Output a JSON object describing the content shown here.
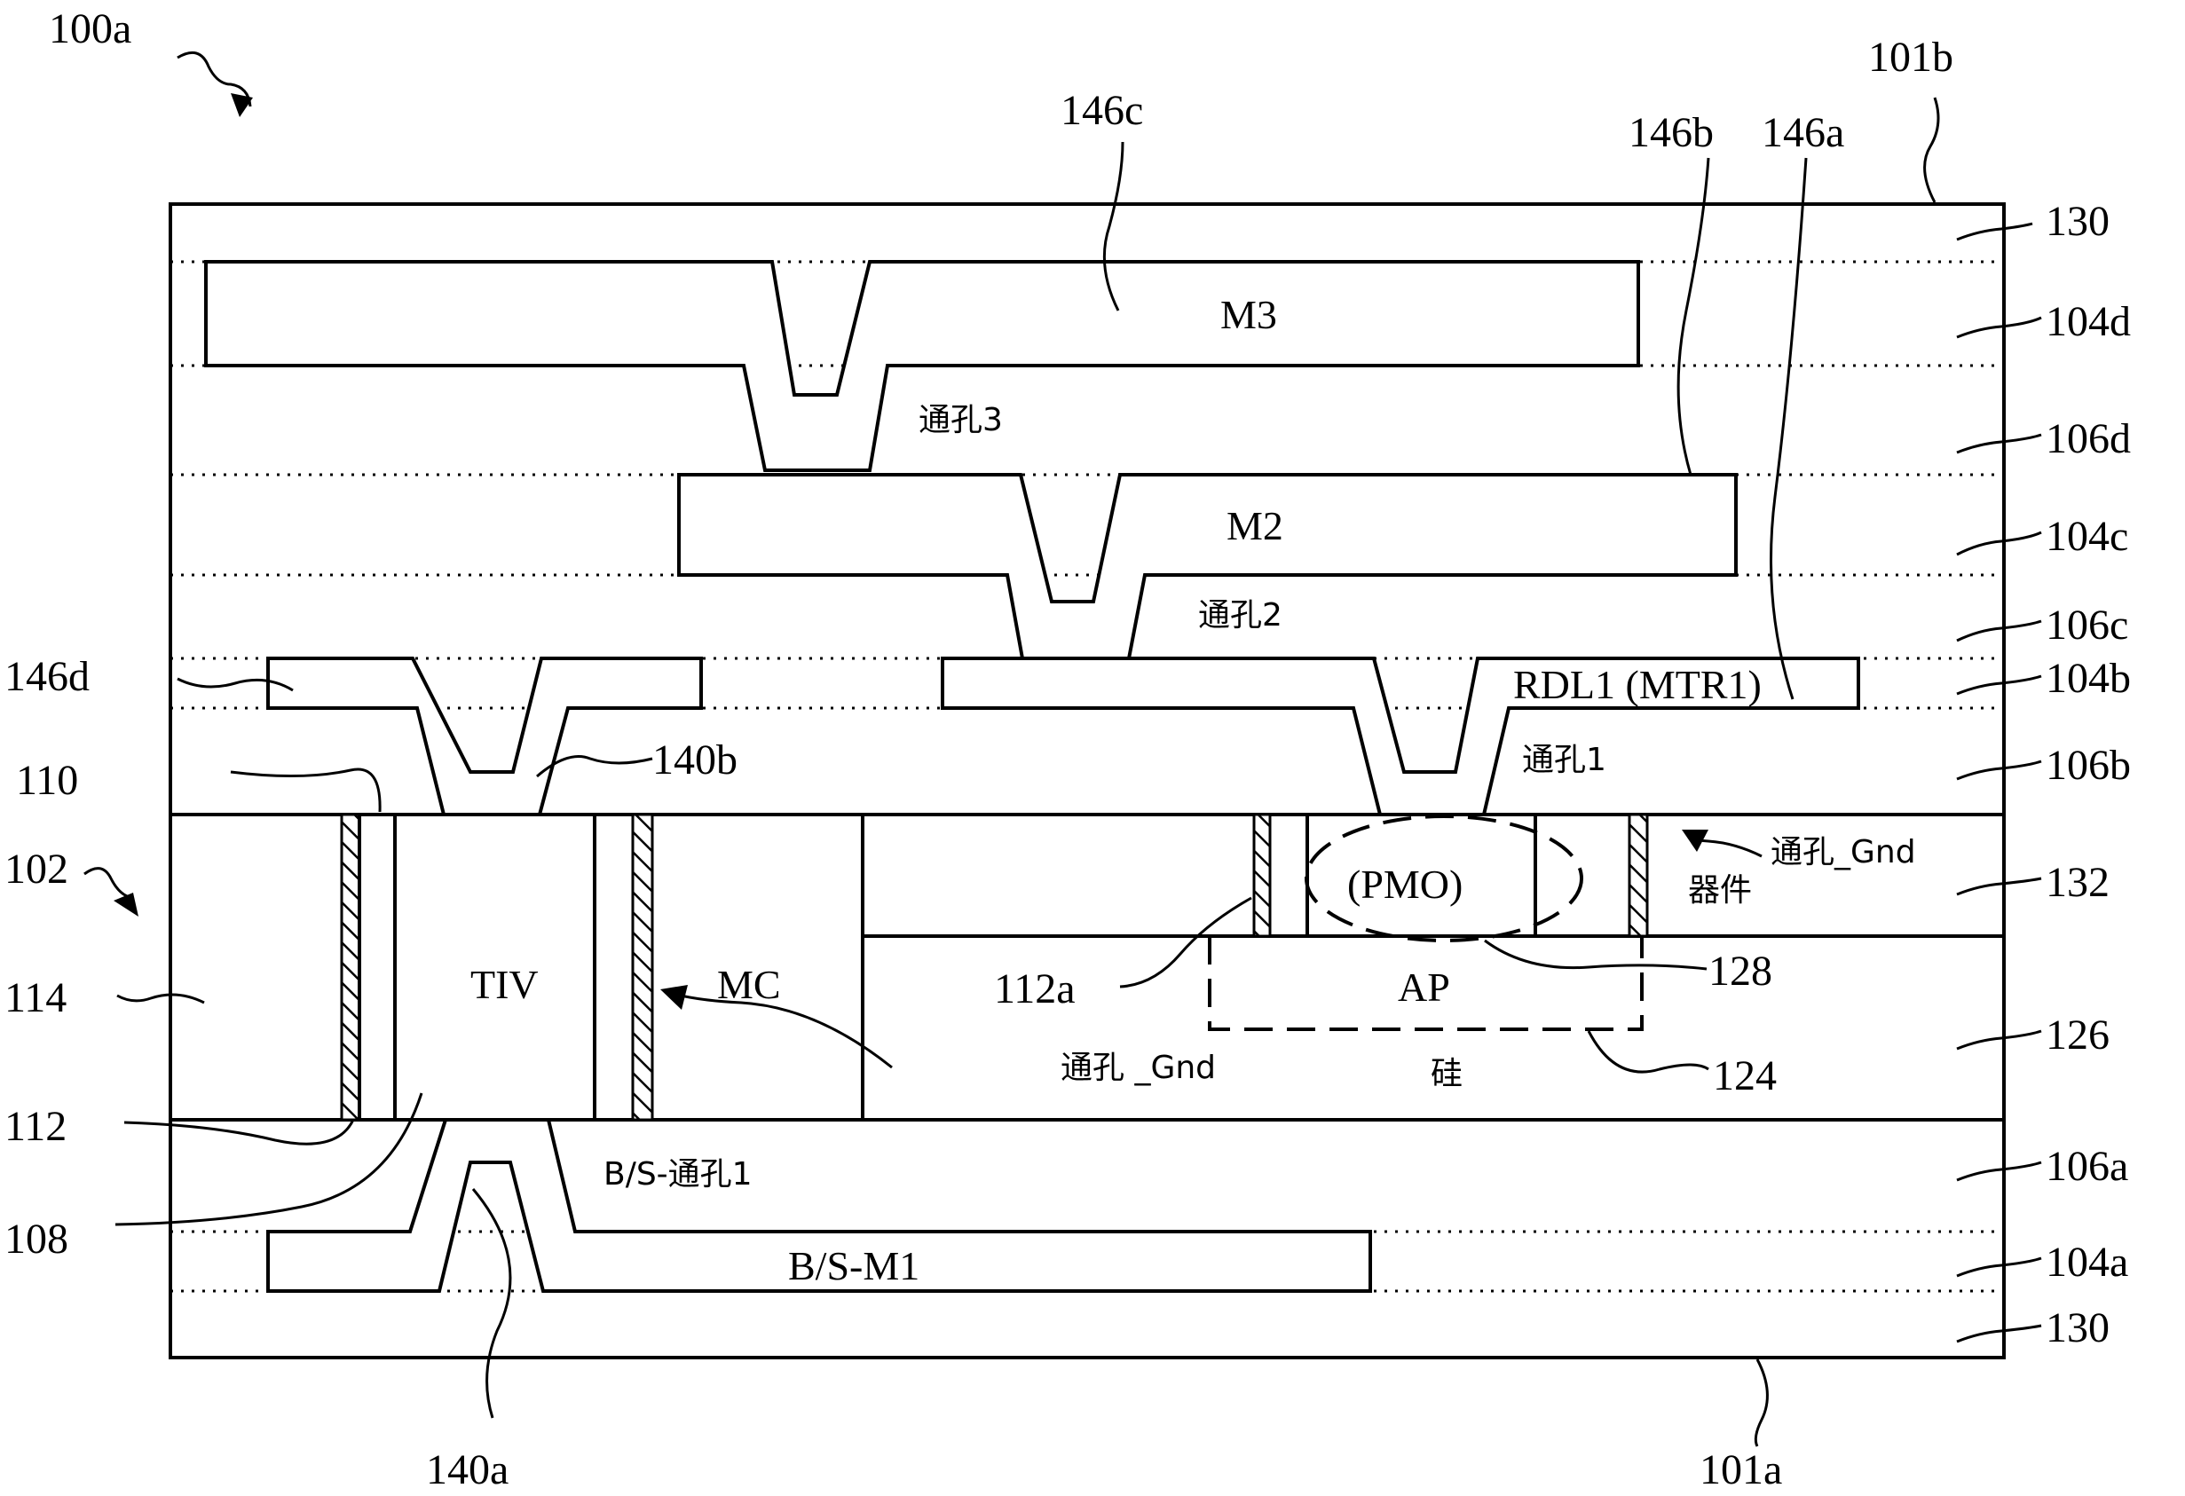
{
  "figure": {
    "ref_100a": "100a",
    "ref_101b": "101b",
    "ref_101a": "101a",
    "ref_102": "102",
    "layers_right": [
      "130",
      "104d",
      "106d",
      "104c",
      "106c",
      "104b",
      "106b",
      "132",
      "126",
      "106a",
      "104a",
      "130"
    ],
    "refs_top": {
      "l146c": "146c",
      "l146b": "146b",
      "l146a": "146a"
    },
    "refs_left": {
      "l146d": "146d",
      "l110": "110",
      "l114": "114",
      "l112": "112",
      "l108": "108"
    },
    "refs_bottom": {
      "l140a": "140a",
      "l140b": "140b"
    },
    "refs_mid": {
      "l112a": "112a",
      "l128": "128",
      "l124": "124"
    },
    "metal": {
      "m3": "M3",
      "m2": "M2",
      "rdl1": "RDL1 (MTR1)",
      "bsm1": "B/S-M1",
      "tiv": "TIV",
      "mc": "MC",
      "ap": "AP",
      "pmo": "(PMO)"
    },
    "vias": {
      "via3": "通孔3",
      "via2": "通孔2",
      "via1": "通孔1",
      "bs_via1": "B/S-通孔1",
      "via_gnd_top": "通孔_Gnd",
      "device": "器件",
      "via_gnd_left": "通孔 _Gnd",
      "silicon": "硅"
    }
  }
}
